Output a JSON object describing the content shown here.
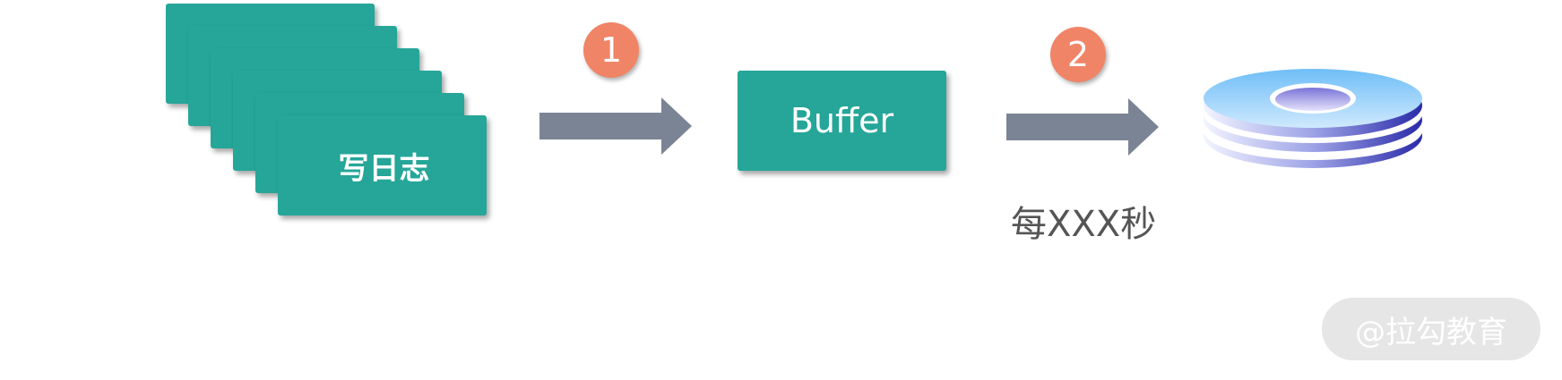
{
  "stack": {
    "label": "写日志"
  },
  "buffer": {
    "label": "Buffer"
  },
  "steps": [
    {
      "number": "1"
    },
    {
      "number": "2"
    }
  ],
  "caption": "每XXX秒",
  "disk": {
    "icon": "disk-stack-icon"
  },
  "watermark": "@拉勾教育",
  "colors": {
    "card": "#25a699",
    "badge": "#f08466",
    "arrow": "#7a8494",
    "disk_top": "#74bff7",
    "disk_side": "#2a2aa8"
  }
}
